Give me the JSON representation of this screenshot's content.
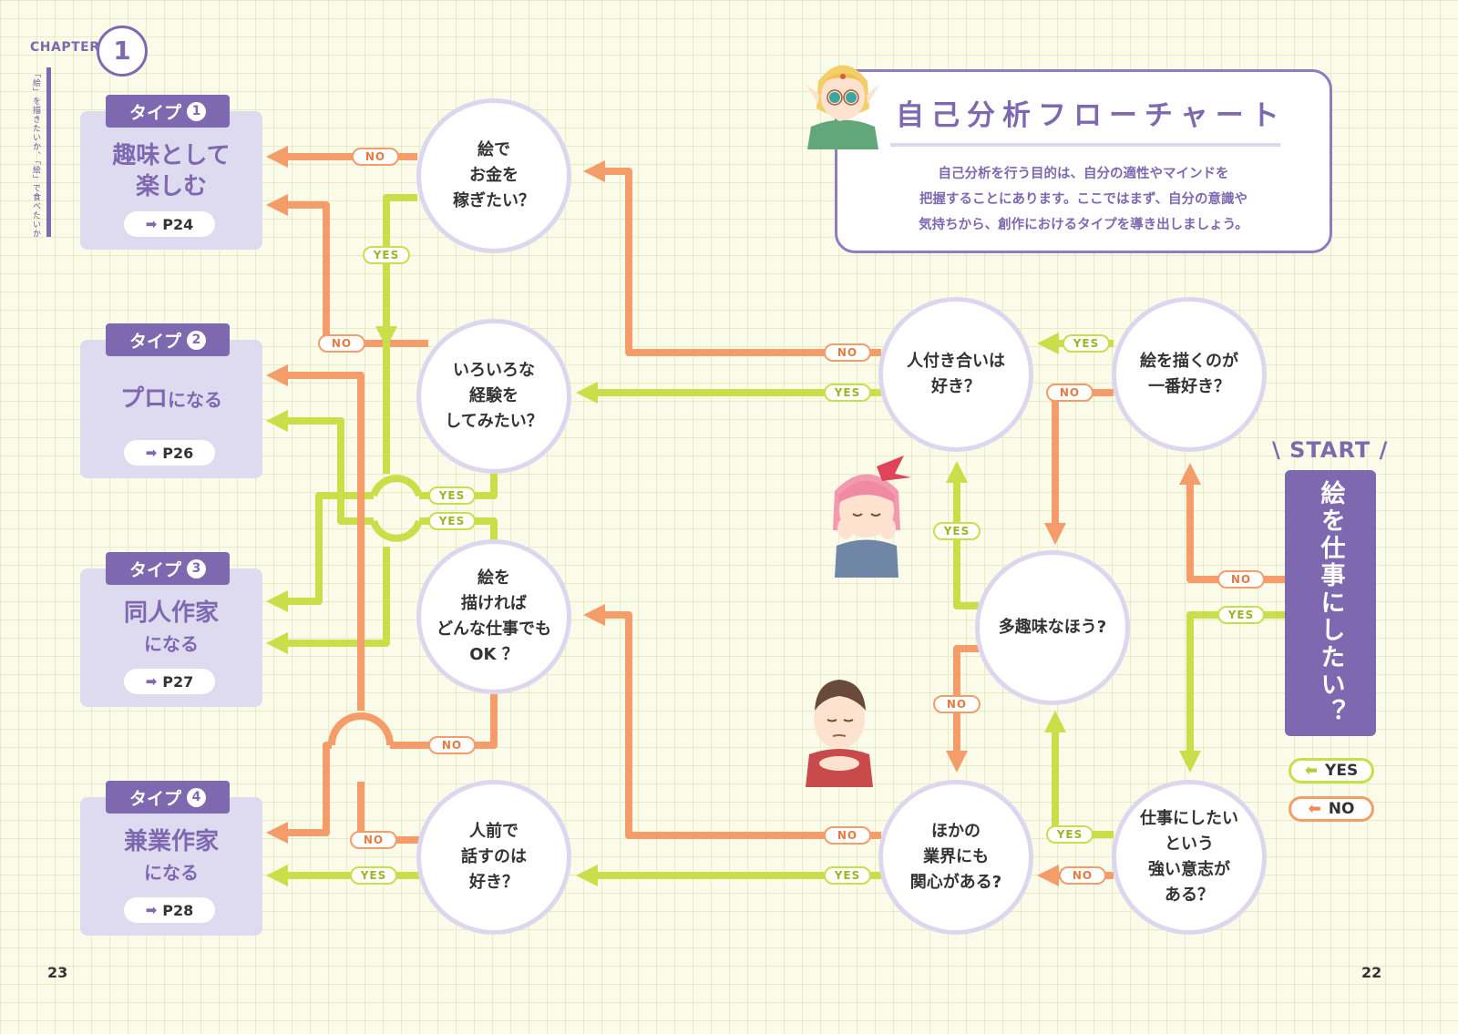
{
  "header": {
    "chapter_word": "CHAPTER",
    "chapter_number": "1",
    "vertical_title": "「絵」を描きたいか、「絵」で食べたいか"
  },
  "title": {
    "heading": "自己分析フローチャート",
    "description": [
      "自己分析を行う目的は、自分の適性やマインドを",
      "把握することにあります。ここではまず、自分の意識や",
      "気持ちから、創作におけるタイプを導き出しましょう。"
    ]
  },
  "types": [
    {
      "tab": "タイプ",
      "num": "1",
      "name_main": "趣味として",
      "name_line2": "楽しむ",
      "name_small": "",
      "page": "P24"
    },
    {
      "tab": "タイプ",
      "num": "2",
      "name_main": "プロ",
      "name_line2": "",
      "name_small": "になる",
      "page": "P26"
    },
    {
      "tab": "タイプ",
      "num": "3",
      "name_main": "同人作家",
      "name_line2": "",
      "name_small": "になる",
      "page": "P27"
    },
    {
      "tab": "タイプ",
      "num": "4",
      "name_main": "兼業作家",
      "name_line2": "",
      "name_small": "になる",
      "page": "P28"
    }
  ],
  "questions": {
    "money": "絵で\nお金を\n稼ぎたい？",
    "experience": "いろいろな\n経験を\nしてみたい？",
    "any_job": "絵を\n描ければ\nどんな仕事でも\nOK ？",
    "public_speaking": "人前で\n話すのは\n好き？",
    "socializing": "人付き合いは\n好き？",
    "love_drawing": "絵を描くのが\n一番好き？",
    "many_hobbies": "多趣味なほう?",
    "other_industries": "ほかの\n業界にも\n関心がある?",
    "strong_will": "仕事にしたい\nという\n強い意志が\nある？"
  },
  "labels": {
    "yes": "YES",
    "no": "NO"
  },
  "start": {
    "word": "START",
    "question": "絵を仕事にしたい？"
  },
  "legend": {
    "yes": "YES",
    "no": "NO"
  },
  "page_numbers": {
    "left": "23",
    "right": "22"
  },
  "colors": {
    "yes": "#c8df49",
    "no": "#f49d6b",
    "purple": "#7e68b0",
    "lavender": "#dedaf0"
  }
}
